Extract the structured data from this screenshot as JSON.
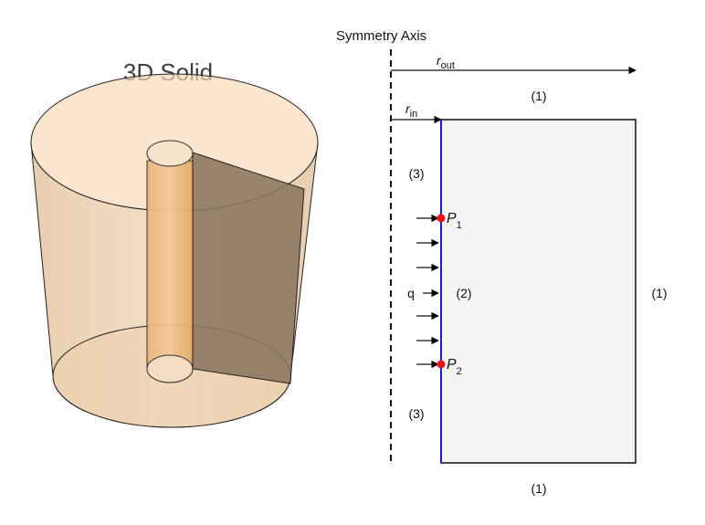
{
  "solid_title": "3D Solid",
  "symmetry_axis_label": "Symmetry Axis",
  "r_out": {
    "main": "r",
    "sub": "out"
  },
  "r_in": {
    "main": "r",
    "sub": "in"
  },
  "points": [
    {
      "main": "P",
      "sub": "1"
    },
    {
      "main": "P",
      "sub": "2"
    }
  ],
  "boundary_labels": {
    "top": "(1)",
    "right": "(1)",
    "bottom": "(1)",
    "upper_inner": "(3)",
    "middle_inner": "(2)",
    "lower_inner": "(3)"
  },
  "flux_label": "q",
  "colors": {
    "solid_fill": "#f0c89a",
    "solid_dark": "#e0a868",
    "cut_plane": "#8a7560",
    "domain_fill": "#f5f5f5",
    "inner_boundary": "#1a1ad8",
    "point_marker": "#ee1111"
  }
}
